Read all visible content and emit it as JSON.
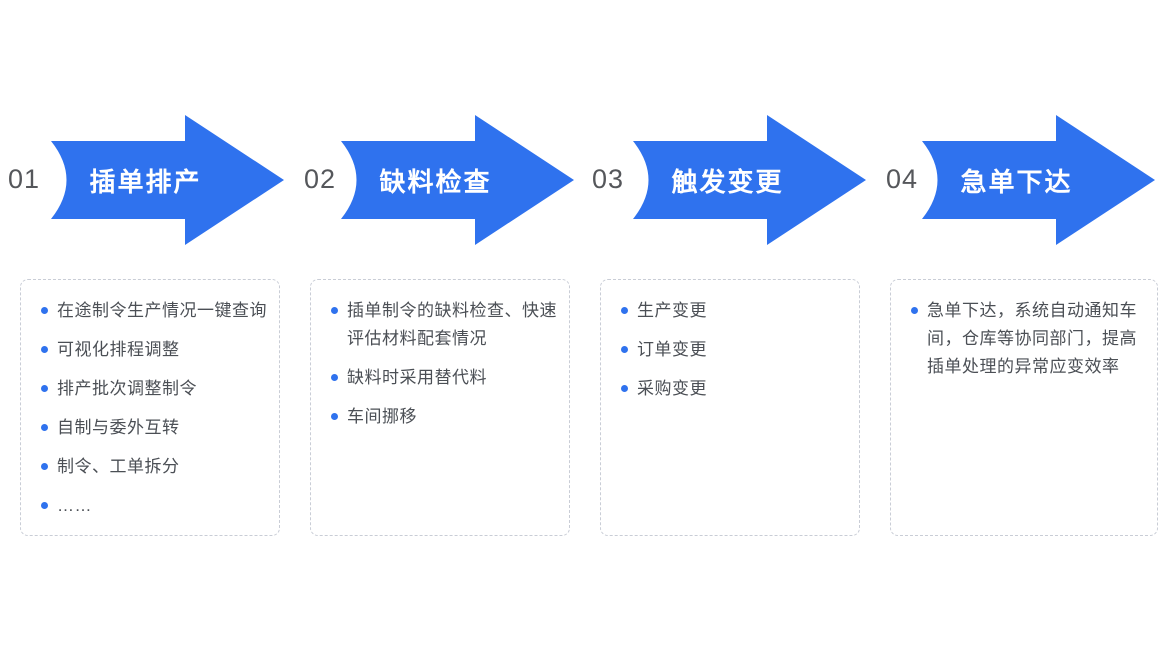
{
  "colors": {
    "accent": "#2F72EE",
    "number_gray": "#55575B",
    "body_text": "#4B4F55",
    "box_border": "#C9CDD6",
    "background": "#ffffff"
  },
  "steps": [
    {
      "number": "01",
      "title": "插单排产",
      "bullets": [
        "在途制令生产情况一键查询",
        "可视化排程调整",
        "排产批次调整制令",
        "自制与委外互转",
        "制令、工单拆分",
        "……"
      ]
    },
    {
      "number": "02",
      "title": "缺料检查",
      "bullets": [
        "插单制令的缺料检查、快速评估材料配套情况",
        "缺料时采用替代料",
        "车间挪移"
      ]
    },
    {
      "number": "03",
      "title": "触发变更",
      "bullets": [
        "生产变更",
        "订单变更",
        "采购变更"
      ]
    },
    {
      "number": "04",
      "title": "急单下达",
      "bullets": [
        "急单下达，系统自动通知车间，仓库等协同部门，提高插单处理的异常应变效率"
      ]
    }
  ]
}
